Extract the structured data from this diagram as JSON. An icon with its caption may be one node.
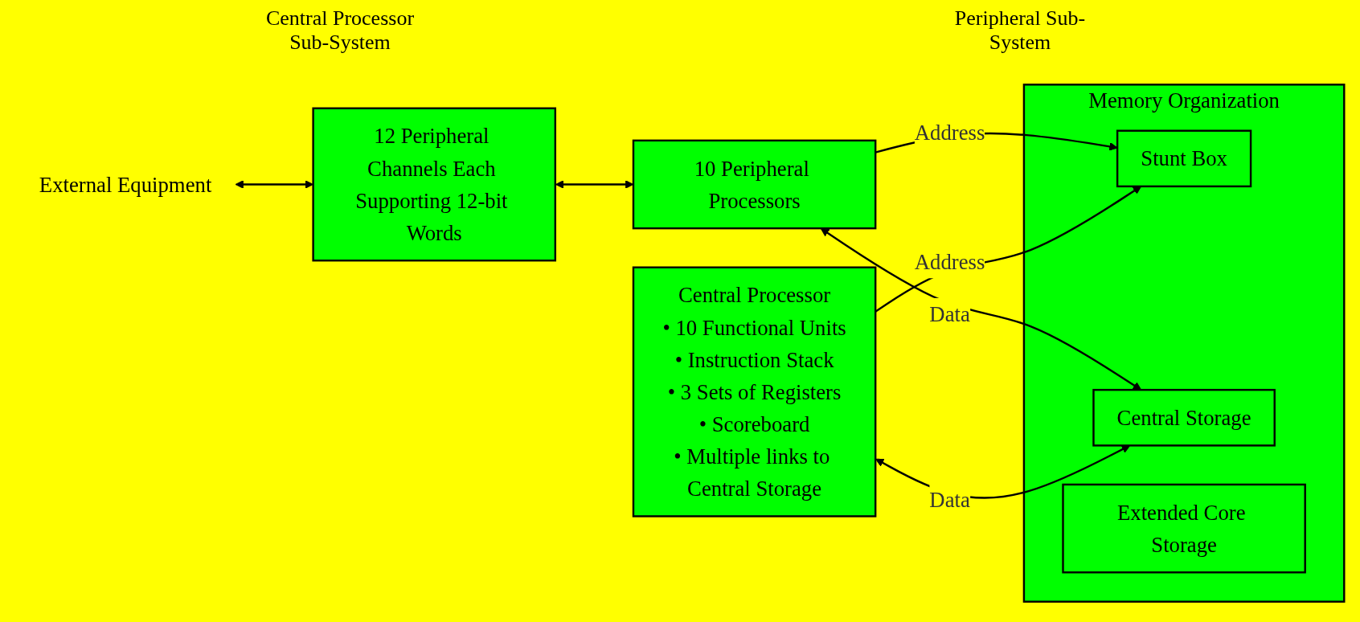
{
  "diagram": {
    "nodes": [
      {
        "text": [
          "External Equipment"
        ]
      },
      {
        "text": [
          "12 Peripheral Channels Each Supporting 12-bit Words"
        ]
      },
      {
        "text": [
          "10 Peripheral Processors"
        ]
      },
      {
        "text": [
          "Memory Organization"
        ]
      },
      {
        "text": [
          "Stunt Box"
        ],
        "in": 3
      },
      {
        "text": [
          "Central Storage"
        ],
        "in": 3
      },
      {
        "text": [
          "Extended Core Storage"
        ],
        "in": 3
      },
      {
        "text": [
          "Central Processor",
          "• 10 Functional Units",
          "• Instruction Stack",
          "• 3 Sets of Registers",
          "• Scoreboard",
          "• Multiple links to Central Storage"
        ]
      }
    ],
    "edges": [
      {
        "from": 0,
        "to": 1,
        "arrow": "both"
      },
      {
        "from": 1,
        "to": 2,
        "arrow": "both"
      },
      {
        "from": 2,
        "to": 4,
        "label": "Address",
        "arrow": "to"
      },
      {
        "from": 2,
        "to": 5,
        "label": "Data",
        "arrow": "both"
      },
      {
        "from": 7,
        "to": 4,
        "label": "Address",
        "arrow": "to"
      },
      {
        "from": 7,
        "to": 5,
        "label": "Data",
        "arrow": "both"
      }
    ],
    "labels": [
      "Central Processor Sub-System",
      "Peripheral Sub-System"
    ]
  }
}
